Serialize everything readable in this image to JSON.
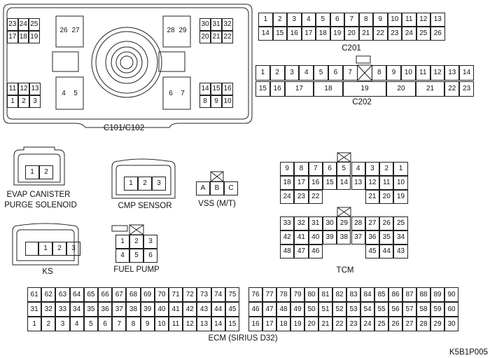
{
  "labels": {
    "c101": "C101/C102",
    "c201": "C201",
    "c202": "C202",
    "evap": "EVAP CANISTER",
    "evap2": "PURGE SOLENOID",
    "cmp": "CMP SENSOR",
    "vss": "VSS (M/T)",
    "ks": "KS",
    "fuel": "FUEL PUMP",
    "tcm": "TCM",
    "ecm": "ECM (SIRIUS D32)",
    "code": "K5B1P005"
  },
  "c101": {
    "top_left_rows": [
      [
        "23",
        "24",
        "25"
      ],
      [
        "17",
        "18",
        "19"
      ]
    ],
    "top_mid_left": [
      "26",
      "27"
    ],
    "top_mid_right": [
      "28",
      "29"
    ],
    "top_right_rows": [
      [
        "30",
        "31",
        "32"
      ],
      [
        "20",
        "21",
        "22"
      ]
    ],
    "bottom_left_rows": [
      [
        "11",
        "12",
        "13"
      ],
      [
        "1",
        "2",
        "3"
      ]
    ],
    "bottom_mid_left": [
      "4",
      "5"
    ],
    "bottom_mid_right": [
      "6",
      "7"
    ],
    "bottom_right_rows": [
      [
        "14",
        "15",
        "16"
      ],
      [
        "8",
        "9",
        "10"
      ]
    ]
  },
  "c201": {
    "row1": [
      "1",
      "2",
      "3",
      "4",
      "5",
      "6",
      "7",
      "8",
      "9",
      "10",
      "11",
      "12",
      "13"
    ],
    "row2": [
      "14",
      "15",
      "16",
      "17",
      "18",
      "19",
      "20",
      "21",
      "22",
      "23",
      "24",
      "25",
      "26"
    ]
  },
  "c202": {
    "row1": [
      "1",
      "2",
      "3",
      "4",
      "5",
      "6",
      "7",
      "",
      "8",
      "9",
      "10",
      "11",
      "12",
      "13",
      "14"
    ],
    "row2": [
      "15",
      "16",
      "17",
      "18",
      "19",
      "20",
      "21",
      "22",
      "23"
    ]
  },
  "evap_pins": [
    "1",
    "2"
  ],
  "cmp_pins": [
    "1",
    "2",
    "3"
  ],
  "vss_pins": [
    "A",
    "B",
    "C"
  ],
  "ks_pins": [
    "1",
    "2",
    "3"
  ],
  "fuel_pins": [
    [
      "1",
      "2",
      "3"
    ],
    [
      "4",
      "5",
      "6"
    ]
  ],
  "tcm": {
    "top": [
      [
        "9",
        "8",
        "7",
        "6",
        "5",
        "4",
        "3",
        "2",
        "1"
      ],
      [
        "18",
        "17",
        "16",
        "15",
        "14",
        "13",
        "12",
        "11",
        "10"
      ],
      [
        "24",
        "23",
        "22",
        "",
        "",
        "",
        "21",
        "20",
        "19"
      ]
    ],
    "bottom": [
      [
        "33",
        "32",
        "31",
        "30",
        "29",
        "28",
        "27",
        "26",
        "25"
      ],
      [
        "42",
        "41",
        "40",
        "39",
        "38",
        "37",
        "36",
        "35",
        "34"
      ],
      [
        "48",
        "47",
        "46",
        "",
        "",
        "",
        "45",
        "44",
        "43"
      ]
    ]
  },
  "ecm": {
    "left": [
      [
        "61",
        "62",
        "63",
        "64",
        "65",
        "66",
        "67",
        "68",
        "69",
        "70",
        "71",
        "72",
        "73",
        "74",
        "75"
      ],
      [
        "31",
        "32",
        "33",
        "34",
        "35",
        "36",
        "37",
        "38",
        "39",
        "40",
        "41",
        "42",
        "43",
        "44",
        "45"
      ],
      [
        "1",
        "2",
        "3",
        "4",
        "5",
        "6",
        "7",
        "8",
        "9",
        "10",
        "11",
        "12",
        "13",
        "14",
        "15"
      ]
    ],
    "right": [
      [
        "76",
        "77",
        "78",
        "79",
        "80",
        "81",
        "82",
        "83",
        "84",
        "85",
        "86",
        "87",
        "88",
        "89",
        "90"
      ],
      [
        "46",
        "47",
        "48",
        "49",
        "50",
        "51",
        "52",
        "53",
        "54",
        "55",
        "56",
        "57",
        "58",
        "59",
        "60"
      ],
      [
        "16",
        "17",
        "18",
        "19",
        "20",
        "21",
        "22",
        "23",
        "24",
        "25",
        "26",
        "27",
        "28",
        "29",
        "30"
      ]
    ]
  }
}
